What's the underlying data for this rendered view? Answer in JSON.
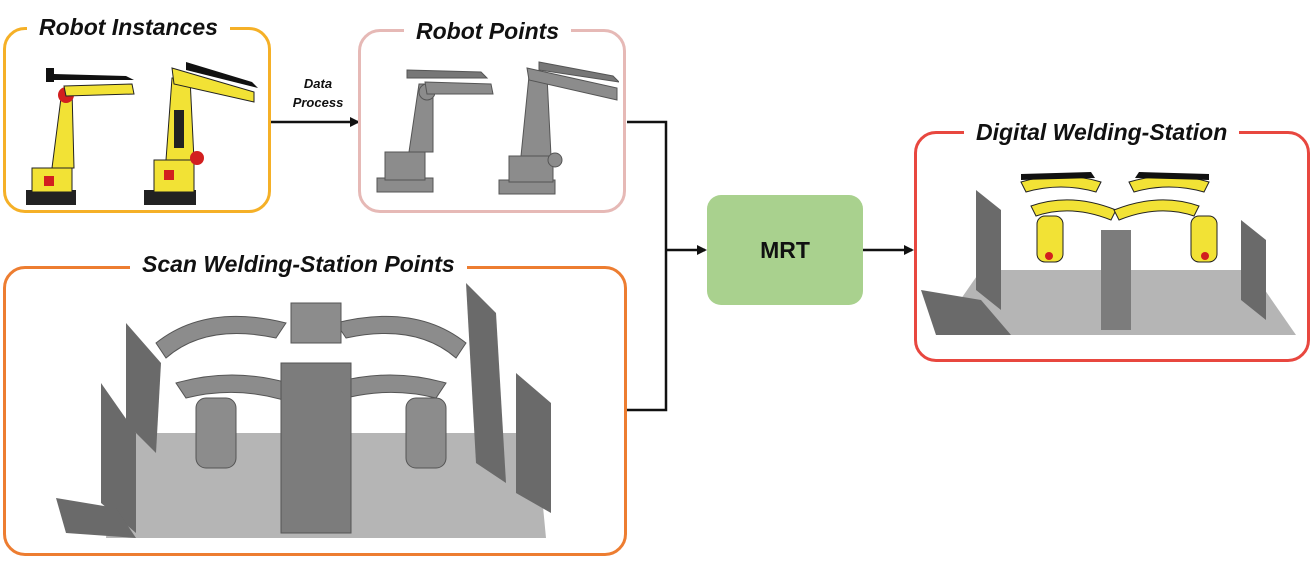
{
  "panels": {
    "robot_instances": {
      "title": "Robot Instances",
      "border_color": "#f5b027"
    },
    "robot_points": {
      "title": "Robot Points",
      "border_color": "#e6b9b6"
    },
    "scan_points": {
      "title": "Scan Welding-Station Points",
      "border_color": "#ed7d31"
    },
    "digital_station": {
      "title": "Digital Welding-Station",
      "border_color": "#e8473f"
    }
  },
  "nodes": {
    "mrt": {
      "label": "MRT",
      "fill": "#a9d18e"
    }
  },
  "edges": {
    "data_process": {
      "line1": "Data",
      "line2": "Process"
    }
  },
  "colors": {
    "robot_yellow": "#f2e235",
    "point_gray": "#8c8c8c",
    "dark": "#222222",
    "accent_red": "#d21f1f"
  }
}
